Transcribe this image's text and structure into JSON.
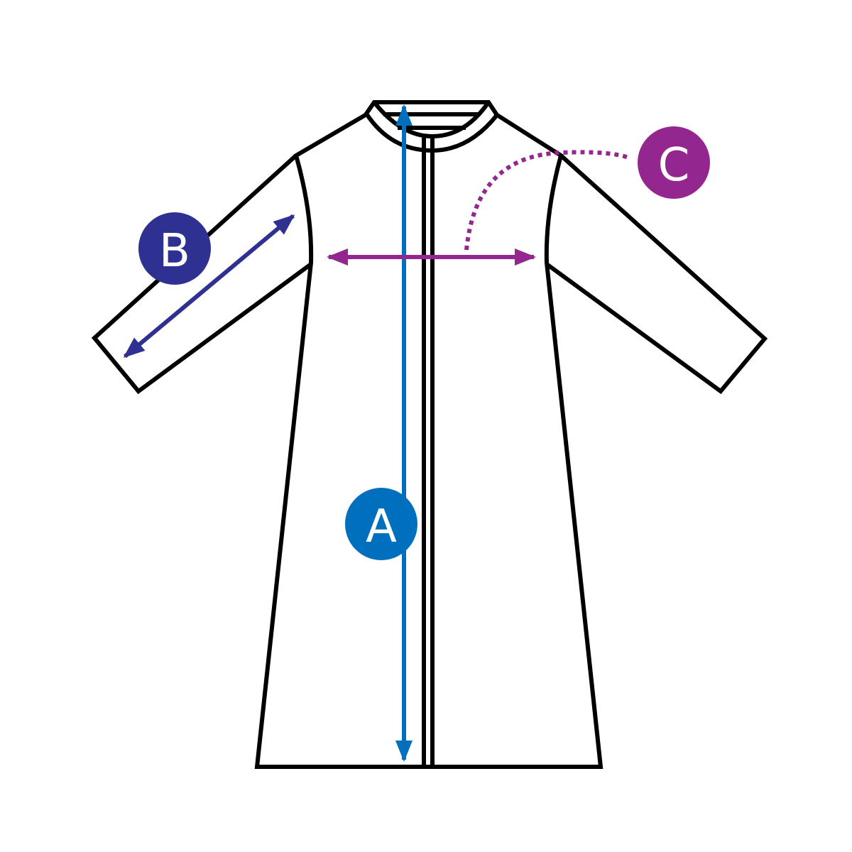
{
  "colors": {
    "A": "#0070BE",
    "B": "#2E3192",
    "C": "#93278F",
    "outline": "#000000"
  },
  "labels": {
    "a": "A",
    "b": "B",
    "c": "C"
  }
}
